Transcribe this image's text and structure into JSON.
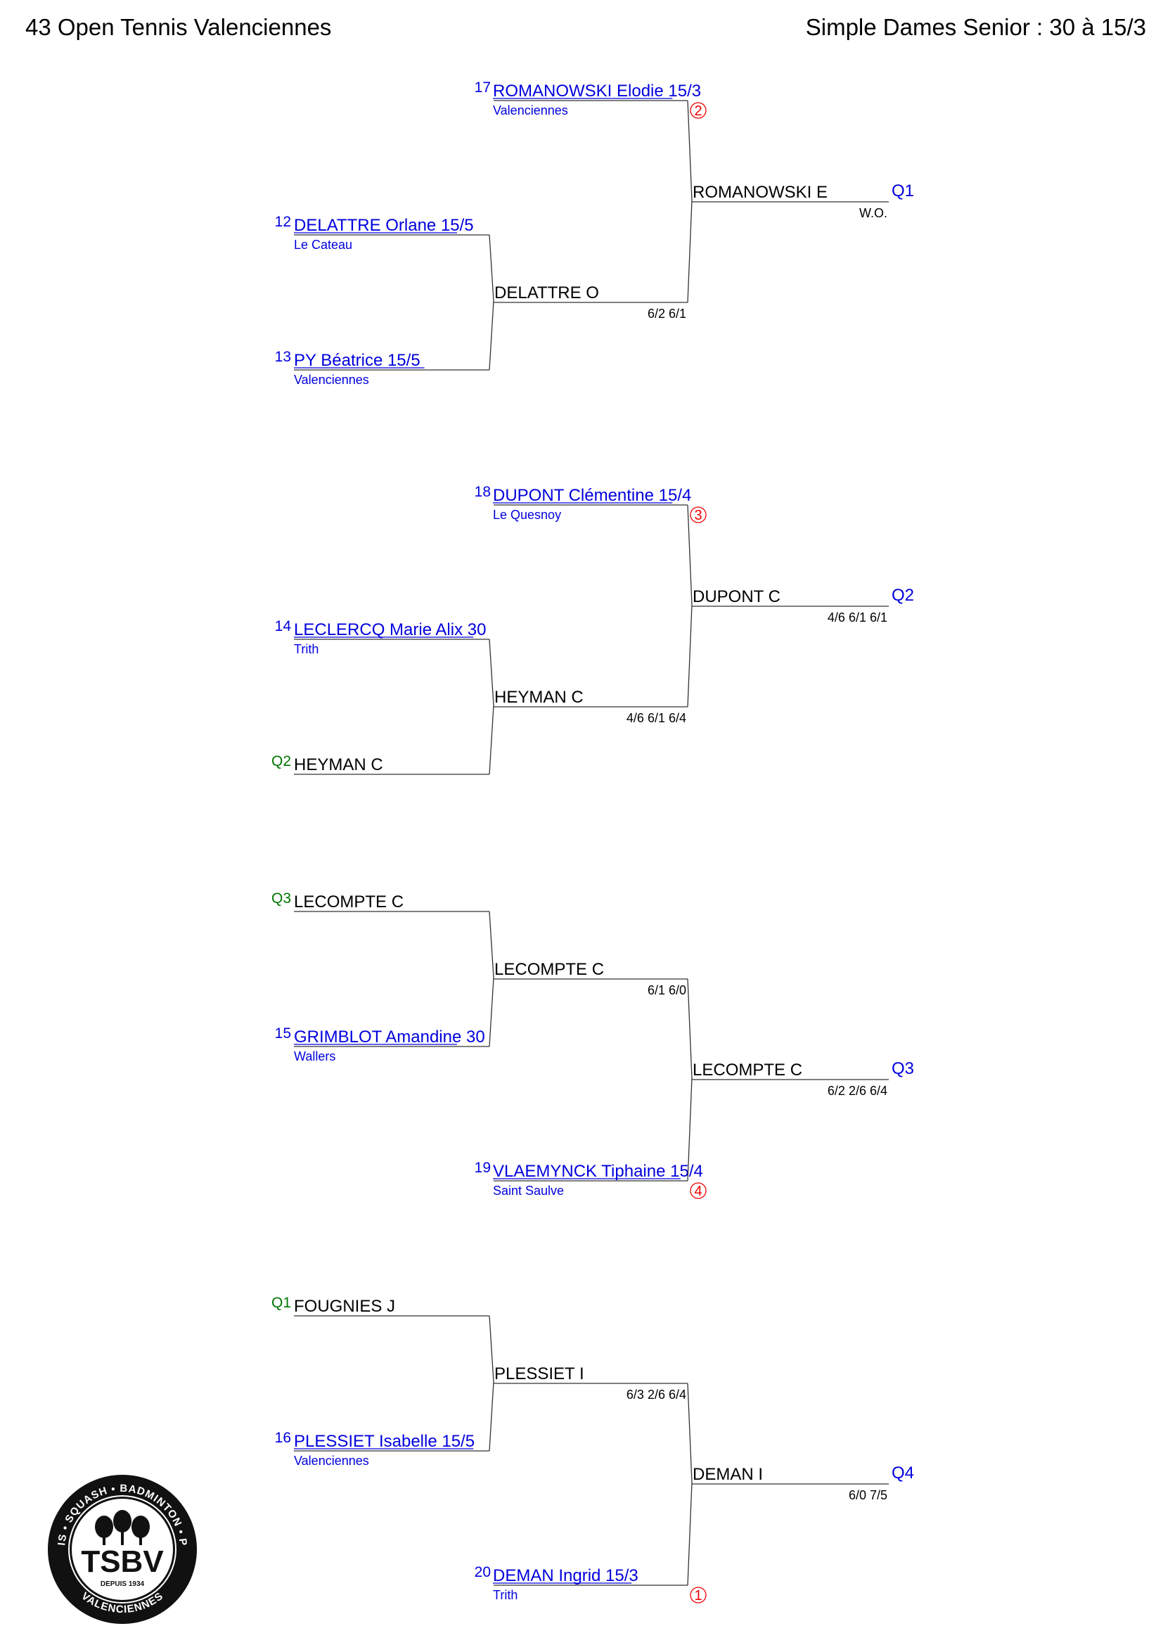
{
  "header": {
    "title": "43 Open Tennis Valenciennes",
    "category": "Simple Dames Senior : 30 à 15/3"
  },
  "colors": {
    "player_link": "#0000dd",
    "qualifier_prefix": "#007700",
    "seed_mark": "#ee0000"
  },
  "sections": [
    {
      "r1": [
        {
          "prefix": "12",
          "name": "DELATTRE Orlane 15/5",
          "club": "Le Cateau",
          "link": true
        },
        {
          "prefix": "13",
          "name": "PY Béatrice 15/5",
          "club": "Valenciennes",
          "link": true
        }
      ],
      "r1_winner": "DELATTRE O",
      "r1_score": "6/2 6/1",
      "seeded": {
        "prefix": "17",
        "name": "ROMANOWSKI Elodie 15/3",
        "club": "Valenciennes",
        "mark": "2"
      },
      "final_winner": "ROMANOWSKI E",
      "final_score": "W.O.",
      "qualifier": "Q1"
    },
    {
      "r1": [
        {
          "prefix": "14",
          "name": "LECLERCQ Marie Alix 30",
          "club": "Trith",
          "link": true
        },
        {
          "prefix": "Q2",
          "name": "HEYMAN C",
          "club": "",
          "link": false
        }
      ],
      "r1_winner": "HEYMAN C",
      "r1_score": "4/6 6/1 6/4",
      "seeded": {
        "prefix": "18",
        "name": "DUPONT Clémentine 15/4",
        "club": "Le Quesnoy",
        "mark": "3"
      },
      "final_winner": "DUPONT C",
      "final_score": "4/6 6/1 6/1",
      "qualifier": "Q2"
    },
    {
      "r1": [
        {
          "prefix": "Q3",
          "name": "LECOMPTE C",
          "club": "",
          "link": false
        },
        {
          "prefix": "15",
          "name": "GRIMBLOT Amandine 30",
          "club": "Wallers",
          "link": true
        }
      ],
      "r1_winner": "LECOMPTE C",
      "r1_score": "6/1 6/0",
      "seeded": {
        "prefix": "19",
        "name": "VLAEMYNCK Tiphaine 15/4",
        "club": "Saint Saulve",
        "mark": "4"
      },
      "final_winner": "LECOMPTE C",
      "final_score": "6/2 2/6 6/4",
      "qualifier": "Q3"
    },
    {
      "r1": [
        {
          "prefix": "Q1",
          "name": "FOUGNIES J",
          "club": "",
          "link": false
        },
        {
          "prefix": "16",
          "name": "PLESSIET Isabelle 15/5",
          "club": "Valenciennes",
          "link": true
        }
      ],
      "r1_winner": "PLESSIET I",
      "r1_score": "6/3 2/6 6/4",
      "seeded": {
        "prefix": "20",
        "name": "DEMAN Ingrid 15/3",
        "club": "Trith",
        "mark": "1"
      },
      "final_winner": "DEMAN I",
      "final_score": "6/0 7/5",
      "qualifier": "Q4"
    }
  ],
  "logo": {
    "text": "TSBV",
    "founded": "DEPUIS 1934",
    "words": [
      "TENNIS",
      "SQUASH",
      "BADMINTON",
      "PADEL",
      "VALENCIENNES"
    ]
  }
}
